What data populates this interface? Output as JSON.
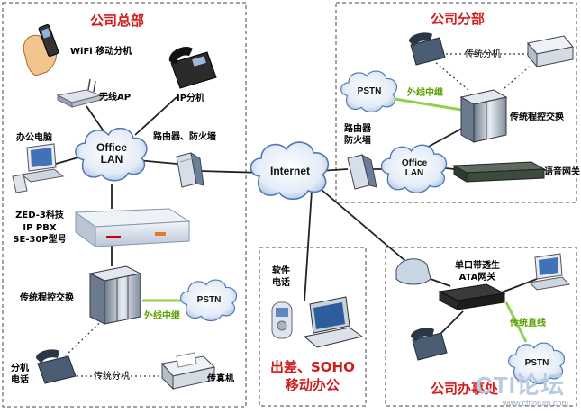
{
  "regions": {
    "hq": "公司总部",
    "branch": "公司分部",
    "office": "公司办事处",
    "soho": "出差、SOHO\n移动办公"
  },
  "labels": {
    "wifi_ext": "WiFi 移动分机",
    "wireless_ap": "无线AP",
    "ip_ext": "IP分机",
    "office_pc": "办公电脑",
    "router_fw_hq": "路由器、防火墙",
    "pbx_line1": "ZED-3科技",
    "pbx_line2": "IP PBX",
    "pbx_line3": "SE-30P型号",
    "trad_pbx_hq": "传统程控交换",
    "trunk_hq": "外线中继",
    "ext_phone_1": "分机",
    "ext_phone_2": "电话",
    "trad_ext_hq": "传统分机",
    "fax": "传真机",
    "softphone_1": "软件",
    "softphone_2": "电话",
    "trad_ext_branch": "传统分机",
    "trunk_branch": "外线中继",
    "trad_pbx_branch": "传统程控交换",
    "router_fw_branch_1": "路由器",
    "router_fw_branch_2": "防火墙",
    "voice_gw": "语音网关",
    "ata_line1": "单口带透生",
    "ata_line2": "ATA网关",
    "direct_line": "传统直线"
  },
  "clouds": {
    "office_lan_hq": "Office\nLAN",
    "internet": "Internet",
    "office_lan_branch": "Office\nLAN",
    "pstn": "PSTN"
  },
  "watermark": {
    "logo": "CTI论坛",
    "url": "www.ctiforum.com"
  },
  "colors": {
    "title_red": "#d01c1c",
    "trunk_green": "#8fd14f",
    "cloud_blue": "#5b87c6",
    "cloud_fill": "#dbe6f4"
  }
}
